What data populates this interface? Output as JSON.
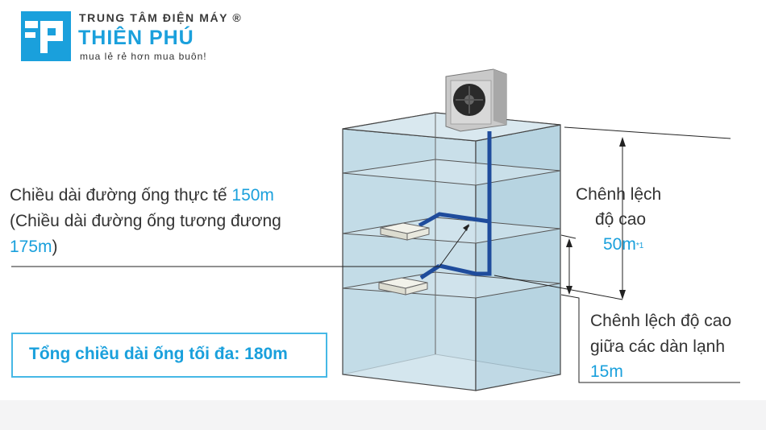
{
  "brand": {
    "top_line": "TRUNG TÂM ĐIỆN MÁY ®",
    "name": "THIÊN PHÚ",
    "slogan": "mua lẻ rẻ hơn mua buôn!"
  },
  "pipe_length": {
    "line1_prefix": "Chiều dài đường ống thực tế ",
    "line1_value": "150m",
    "line2": "(Chiều dài đường ống tương đương",
    "line3_value": "175m",
    "line3_suffix": ")"
  },
  "height_diff": {
    "line1": "Chênh lệch",
    "line2": "độ cao",
    "value": "50m",
    "footnote": "*1"
  },
  "indoor_diff": {
    "line1": "Chênh lệch độ cao",
    "line2": "giữa các dàn lạnh",
    "value": "15m"
  },
  "total": {
    "label": "Tổng chiều dài ống tối đa: 180m"
  },
  "colors": {
    "accent": "#1aa0dc",
    "pipe": "#1f4c9c",
    "building_fill": "#cfe1ea",
    "text": "#333333"
  },
  "icons": [
    "logo-icon",
    "outdoor-unit-icon",
    "fan-icon",
    "indoor-unit-icon"
  ]
}
